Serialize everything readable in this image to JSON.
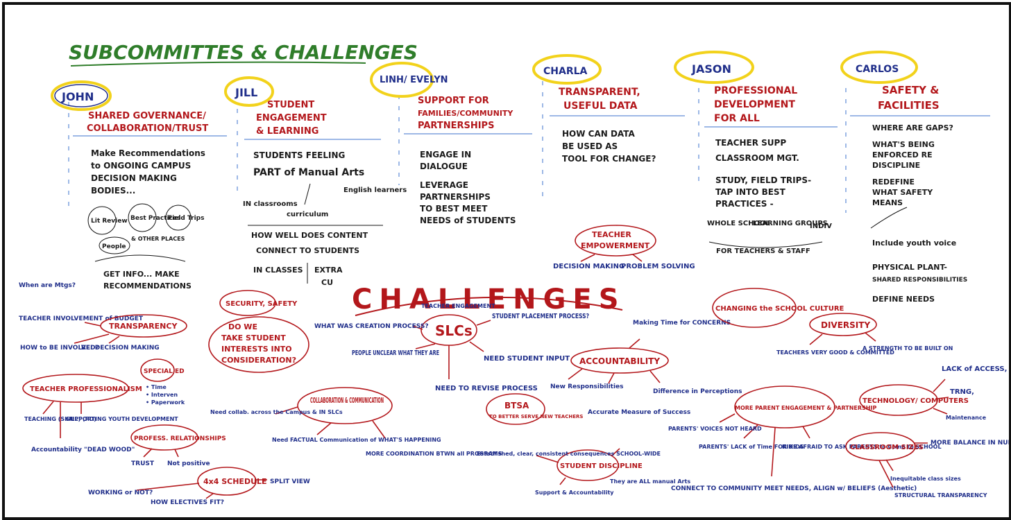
{
  "title": "SUBCOMMITTES & CHALLENGES",
  "subcommittees": [
    {
      "owner": "JOHN",
      "title": [
        "SHARED GOVERNANCE/",
        "COLLABORATION/TRUST"
      ],
      "notes": [
        "Make Recommendations",
        "to ONGOING CAMPUS",
        "DECISION MAKING",
        "BODIES..."
      ],
      "bubbles": [
        "Lit Review",
        "Best Practices",
        "Field Trips",
        "People",
        "& OTHER PLACES"
      ],
      "footer": [
        "GET INFO... MAKE",
        "RECOMMENDATIONS"
      ]
    },
    {
      "owner": "JILL",
      "title": [
        "STUDENT",
        "ENGAGEMENT",
        "& LEARNING"
      ],
      "notes": [
        "STUDENTS FEELING",
        "PART of Manual Arts"
      ],
      "branches": [
        "IN classrooms",
        "English learners",
        "curriculum"
      ],
      "question": [
        "HOW WELL DOES CONTENT",
        "CONNECT TO STUDENTS"
      ],
      "split": [
        "IN CLASSES",
        "EXTRA",
        "CU"
      ]
    },
    {
      "owner": "LINH/ EVELYN",
      "title": [
        "SUPPORT FOR",
        "FAMILIES/COMMUNITY",
        "PARTNERSHIPS"
      ],
      "notes": [
        "ENGAGE IN",
        "DIALOGUE",
        "LEVERAGE",
        "PARTNERSHIPS",
        "TO BEST MEET",
        "NEEDS of STUDENTS"
      ]
    },
    {
      "owner": "CHARLA",
      "title": [
        "TRANSPARENT,",
        "USEFUL DATA"
      ],
      "notes": [
        "HOW CAN DATA",
        "BE USED AS",
        "TOOL FOR CHANGE?"
      ],
      "extra": {
        "label": [
          "TEACHER",
          "EMPOWERMENT"
        ],
        "items": [
          "DECISION MAKING",
          "PROBLEM SOLVING"
        ]
      }
    },
    {
      "owner": "JASON",
      "title": [
        "PROFESSIONAL",
        "DEVELOPMENT",
        "FOR ALL"
      ],
      "notes": [
        "TEACHER SUPP",
        "CLASSROOM MGT.",
        "STUDY, FIELD TRIPS-",
        "TAP INTO BEST",
        "PRACTICES -"
      ],
      "levels": [
        "WHOLE SCHOOL",
        "LEARNING GROUPS",
        "INDIV"
      ],
      "footer": "FOR TEACHERS & STAFF"
    },
    {
      "owner": "CARLOS",
      "title": [
        "SAFETY &",
        "FACILITIES"
      ],
      "notes": [
        "WHERE ARE GAPS?",
        "WHAT'S BEING",
        "ENFORCED RE",
        "DISCIPLINE",
        "REDEFINE",
        "WHAT SAFETY",
        "MEANS",
        "Include youth voice",
        "PHYSICAL PLANT-",
        "SHARED RESPONSIBILITIES",
        "DEFINE NEEDS"
      ]
    }
  ],
  "challenges_heading": "CHALLENGES",
  "challenges": {
    "transparency": {
      "label": "TRANSPARENCY",
      "items": [
        "When are Mtgs?",
        "TEACHER INVOLVEMENT of BUDGET",
        "HOW to BE INVOLVED?",
        "RE: DECISION MAKING"
      ]
    },
    "security": {
      "label": "SECURITY, SAFETY",
      "question": [
        "DO WE",
        "TAKE STUDENT",
        "INTERESTS INTO",
        "CONSIDERATION?"
      ]
    },
    "special_ed": {
      "label": "SPECIAL ED",
      "items": [
        "• Time",
        "• Interven",
        "• Paperwork"
      ]
    },
    "teacher_prof": {
      "label": "TEACHER PROFESSIONALISM",
      "items": [
        "TEACHING (SKILL) (PD)",
        "SUPPORTING YOUTH DEVELOPMENT",
        "Accountability \"DEAD WOOD\""
      ]
    },
    "profess_rel": {
      "label": "PROFESS. RELATIONSHIPS",
      "items": [
        "TRUST",
        "Not positive"
      ]
    },
    "slcs": {
      "label": "SLCs",
      "items": [
        "TEACHER ENGAGEMENT",
        "WHAT WAS CREATION PROCESS?",
        "STUDENT PLACEMENT PROCESS?",
        "PEOPLE UNCLEAR WHAT THEY ARE",
        "NEED STUDENT INPUT",
        "NEED TO REVISE PROCESS"
      ]
    },
    "collab": {
      "label": "COLLABORATION & COMMUNICATION",
      "items": [
        "Need collab. across the Campus & IN SLCs",
        "Need FACTUAL Communication of WHAT'S HAPPENING",
        "MORE COORDINATION BTWN all PROGRAMS"
      ]
    },
    "btsa": {
      "label": "BTSA",
      "sub": "TO BETTER SERVE NEW TEACHERS"
    },
    "schedule": {
      "label": "4x4 SCHEDULE",
      "items": [
        "WORKING or NOT?",
        "HOW ELECTIVES FIT?",
        "SPLIT VIEW"
      ]
    },
    "accountability": {
      "label": "ACCOUNTABILITY",
      "items": [
        "Making Time for CONCERNS",
        "New Responsibilities",
        "Accurate Measure of Success",
        "Difference in Perceptions"
      ]
    },
    "discipline": {
      "label": "STUDENT DISCIPLINE",
      "items": [
        "Established, clear, consistent consequences SCHOOL-WIDE",
        "Support & Accountability",
        "They are ALL manual Arts"
      ]
    },
    "culture": {
      "label": "CHANGING the SCHOOL CULTURE"
    },
    "diversity": {
      "label": "DIVERSITY",
      "items": [
        "TEACHERS VERY GOOD & COMMITTED",
        "A STRENGTH TO BE BUILT ON"
      ]
    },
    "parent": {
      "label": "MORE PARENT ENGAGEMENT & PARTNERSHIP",
      "items": [
        "PARENTS' VOICES NOT HEARD",
        "PARENTS' LACK of Time FOR KIDS",
        "KIDS AFRAID TO ASK PARENTS to Come to SCHOOL",
        "CONNECT TO COMMUNITY MEET NEEDS, ALIGN w/ BELIEFS (Aesthetic)"
      ]
    },
    "technology": {
      "label": "TECHNOLOGY/ COMPUTERS",
      "items": [
        "LACK of ACCESS,",
        "TRNG,",
        "Maintenance"
      ]
    },
    "class_sizes": {
      "label": "CLASSROOM SIZES",
      "items": [
        "MORE BALANCE IN NUMBERS",
        "Inequitable class sizes",
        "STRUCTURAL TRANSPARENCY"
      ]
    }
  },
  "colors": {
    "red": "#b3171b",
    "blue": "#1f2e8a",
    "green": "#2f7d2a",
    "yellow": "#f2d21b",
    "lightblue": "#9db8e6"
  }
}
